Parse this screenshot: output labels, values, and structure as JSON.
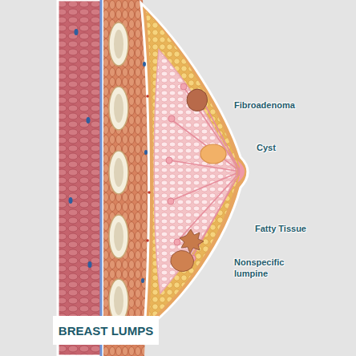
{
  "diagram": {
    "title": "BREAST LUMPS",
    "labels": [
      "Fibroadenoma",
      "Cyst",
      "Fatty Tissue",
      "Nonspecific lumpine"
    ]
  }
}
